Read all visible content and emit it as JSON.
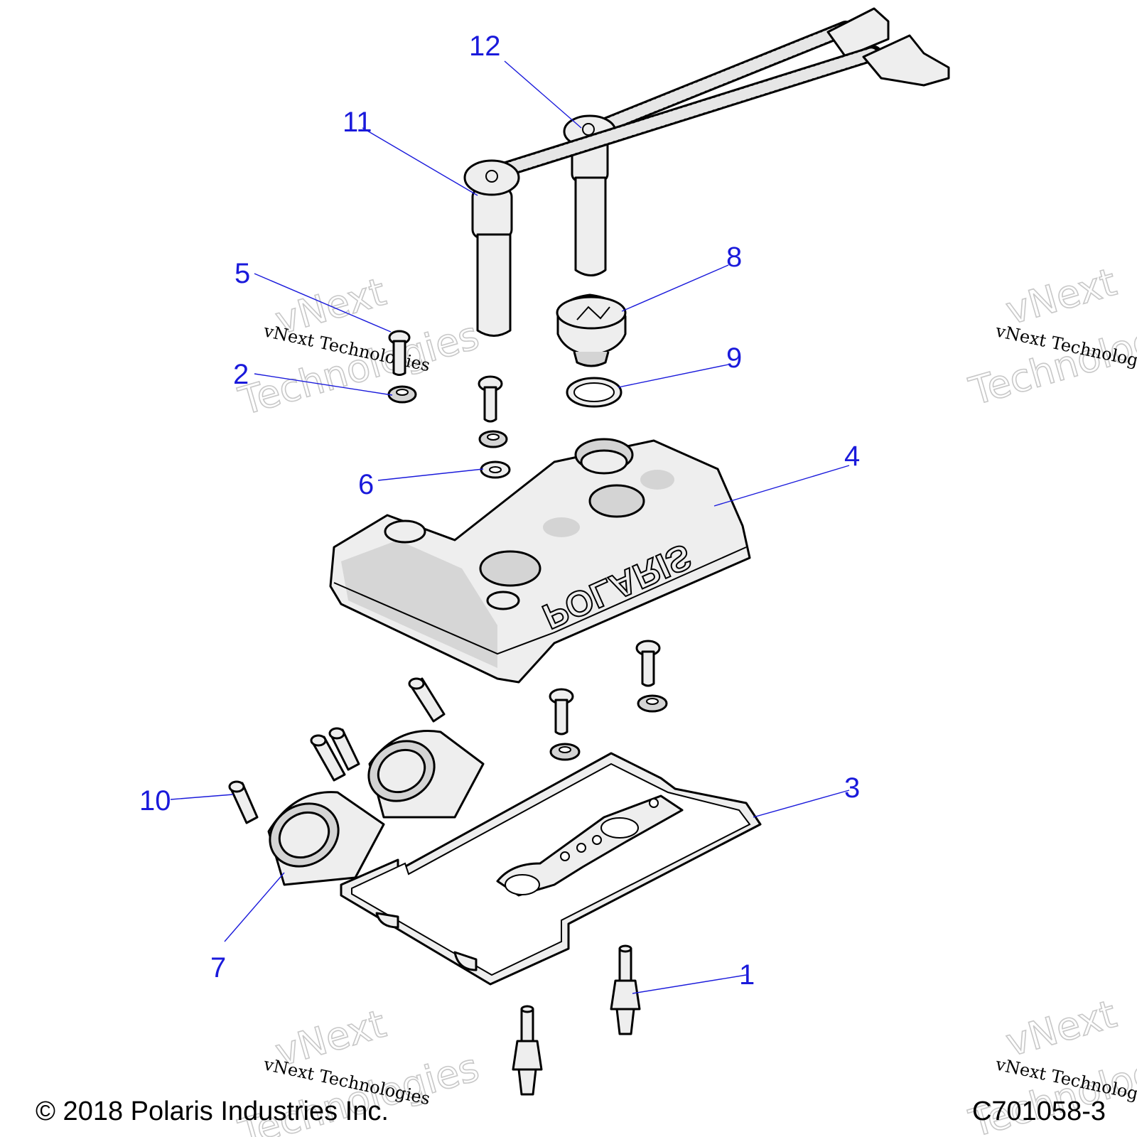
{
  "callouts": [
    {
      "id": "1",
      "label": "1",
      "part": "spark-plug"
    },
    {
      "id": "2",
      "label": "2",
      "part": "washer"
    },
    {
      "id": "3",
      "label": "3",
      "part": "valve-cover-gasket"
    },
    {
      "id": "4",
      "label": "4",
      "part": "valve-cover"
    },
    {
      "id": "5",
      "label": "5",
      "part": "shoulder-bolt"
    },
    {
      "id": "6",
      "label": "6",
      "part": "grommet-washer"
    },
    {
      "id": "7",
      "label": "7",
      "part": "intake-boot"
    },
    {
      "id": "8",
      "label": "8",
      "part": "oil-fill-cap"
    },
    {
      "id": "9",
      "label": "9",
      "part": "o-ring"
    },
    {
      "id": "10",
      "label": "10",
      "part": "screw"
    },
    {
      "id": "11",
      "label": "11",
      "part": "spark-plug-wire-a"
    },
    {
      "id": "12",
      "label": "12",
      "part": "spark-plug-wire-b"
    }
  ],
  "watermark": {
    "brand_large": "vNext",
    "brand_large2": "Technologies",
    "brand_small": "vNext Technologies"
  },
  "footer": {
    "copyright": "© 2018 Polaris Industries Inc.",
    "drawing_number": "C701058-3"
  },
  "colors": {
    "callout": "#1a1adb",
    "line": "#000000",
    "part_fill": "#eeeeee",
    "watermark": "#c8c8c8"
  }
}
